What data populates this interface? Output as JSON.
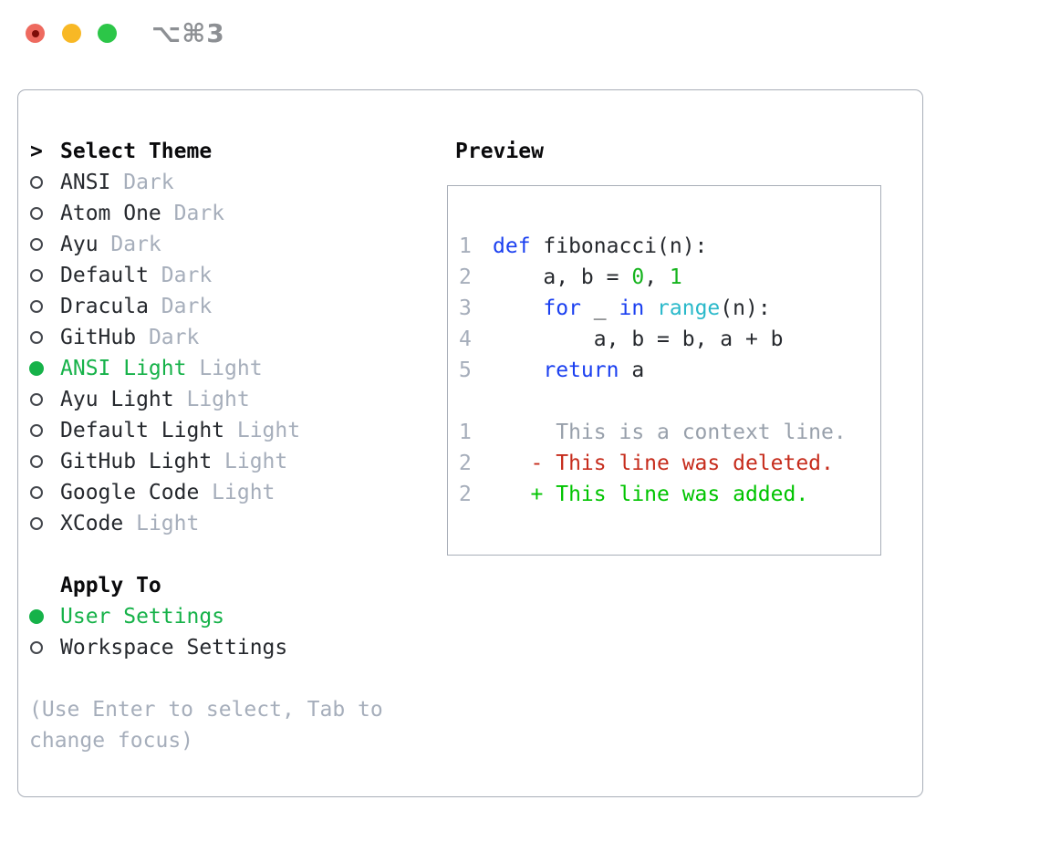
{
  "titlebar": {
    "shortcut": "⌥⌘3"
  },
  "panel": {
    "theme_section": {
      "cursor": ">",
      "header": "Select Theme"
    },
    "themes": [
      {
        "label": "ANSI",
        "tag": "Dark",
        "selected": false
      },
      {
        "label": "Atom One",
        "tag": "Dark",
        "selected": false
      },
      {
        "label": "Ayu",
        "tag": "Dark",
        "selected": false
      },
      {
        "label": "Default",
        "tag": "Dark",
        "selected": false
      },
      {
        "label": "Dracula",
        "tag": "Dark",
        "selected": false
      },
      {
        "label": "GitHub",
        "tag": "Dark",
        "selected": false
      },
      {
        "label": "ANSI Light",
        "tag": "Light",
        "selected": true
      },
      {
        "label": "Ayu Light",
        "tag": "Light",
        "selected": false
      },
      {
        "label": "Default Light",
        "tag": "Light",
        "selected": false
      },
      {
        "label": "GitHub Light",
        "tag": "Light",
        "selected": false
      },
      {
        "label": "Google Code",
        "tag": "Light",
        "selected": false
      },
      {
        "label": "XCode",
        "tag": "Light",
        "selected": false
      }
    ],
    "apply_section": {
      "header": "Apply To",
      "options": [
        {
          "label": "User Settings",
          "selected": true
        },
        {
          "label": "Workspace Settings",
          "selected": false
        }
      ]
    },
    "hint": "(Use Enter to select, Tab to change focus)"
  },
  "preview": {
    "header": "Preview",
    "code_lines": [
      {
        "num": "1",
        "segments": [
          {
            "t": "def",
            "c": "keyword"
          },
          {
            "t": " fibonacci(n):",
            "c": "fg"
          }
        ]
      },
      {
        "num": "2",
        "segments": [
          {
            "t": "    a, b = ",
            "c": "fg"
          },
          {
            "t": "0",
            "c": "number"
          },
          {
            "t": ", ",
            "c": "fg"
          },
          {
            "t": "1",
            "c": "number"
          }
        ]
      },
      {
        "num": "3",
        "segments": [
          {
            "t": "    ",
            "c": "fg"
          },
          {
            "t": "for",
            "c": "keyword"
          },
          {
            "t": " _ ",
            "c": "fg"
          },
          {
            "t": "in",
            "c": "keyword"
          },
          {
            "t": " ",
            "c": "fg"
          },
          {
            "t": "range",
            "c": "builtin"
          },
          {
            "t": "(n):",
            "c": "fg"
          }
        ]
      },
      {
        "num": "4",
        "segments": [
          {
            "t": "        a, b = b, a + b",
            "c": "fg"
          }
        ]
      },
      {
        "num": "5",
        "segments": [
          {
            "t": "    ",
            "c": "fg"
          },
          {
            "t": "return",
            "c": "keyword"
          },
          {
            "t": " a",
            "c": "fg"
          }
        ]
      },
      {
        "num": "",
        "segments": []
      },
      {
        "num": "1",
        "segments": [
          {
            "t": "     This is a context line.",
            "c": "context"
          }
        ]
      },
      {
        "num": "2",
        "segments": [
          {
            "t": "   - This line was deleted.",
            "c": "deleted"
          }
        ]
      },
      {
        "num": "2",
        "segments": [
          {
            "t": "   + This line was added.",
            "c": "added"
          }
        ]
      }
    ]
  },
  "colors": {
    "fg": "#26292e",
    "header": "#0a0a0c",
    "tag": "#a6aebb",
    "hint": "#a6aebb",
    "selected_green": "#16b249",
    "keyword": "#1a3ff0",
    "builtin": "#2ab9ca",
    "number": "#16b41e",
    "context": "#98a0ab",
    "deleted": "#c62c1c",
    "added": "#00c400",
    "line_number": "#a6aebb",
    "border": "#a8aeb8",
    "shortcut": "#8d9094",
    "traffic_close": "#ee6a5f",
    "traffic_close_dot": "#7e0d08",
    "traffic_min": "#f8b825",
    "traffic_zoom": "#2cc648"
  }
}
